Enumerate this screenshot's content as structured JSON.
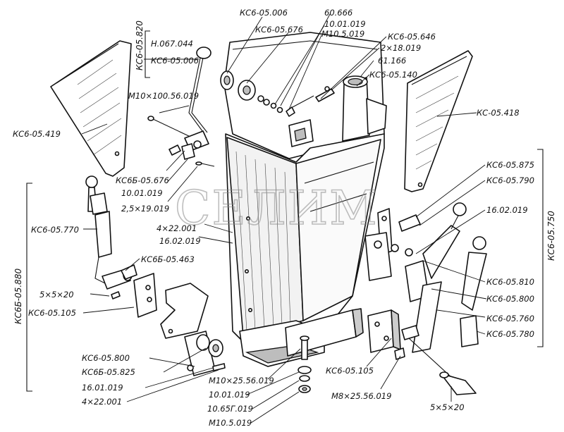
{
  "watermark": "СЕЛИМ",
  "labels_left": {
    "ks6_05_419": "КС6-05.419",
    "h_067_044": "Н.067.044",
    "ks6_05_006_a": "КС6-05.006",
    "m10_100": "М10×100.56.019",
    "ks6b_05_676": "КС6Б-05.676",
    "l_10_01_019_a": "10.01.019",
    "l_2_5x19": "2,5×19.019",
    "l_4x22_a": "4×22.001",
    "l_16_02_019_a": "16.02.019",
    "ks6_05_770": "КС6-05.770",
    "ks6b_05_463": "КС6Б-05.463",
    "l_5x5x20_a": "5×5×20",
    "ks6_05_105_a": "КС6-05.105",
    "ks6_05_800_a": "КС6-05.800",
    "ks6b_05_825": "КС6Б-05.825",
    "l_16_01_019": "16.01.019",
    "l_4x22_b": "4×22.001"
  },
  "labels_top": {
    "ks6_05_006_b": "КС6-05.006",
    "ks6_05_676": "КС6-05.676",
    "l_60_666": "60.666",
    "l_10_01_019_b": "10.01.019",
    "m10_5_019_a": "М10.5.019",
    "ks6_05_646": "КС6-05.646",
    "l_2x18": "2×18.019",
    "l_61_166": "61.166",
    "ks6_05_140": "КС6-05.140"
  },
  "labels_right": {
    "ks_05_418": "КС-05.418",
    "ks6_05_875": "КС6-05.875",
    "ks6_05_790": "КС6-05.790",
    "l_16_02_019_b": "16.02.019",
    "ks6_05_810": "КС6-05.810",
    "ks6_05_800_b": "КС6-05.800",
    "ks6_05_760": "КС6-05.760",
    "ks6_05_780": "КС6-05.780",
    "ks6_05_105_b": "КС6-05.105",
    "m8x25": "М8×25.56.019",
    "l_5x5x20_b": "5×5×20"
  },
  "labels_bottom": {
    "m10x25": "М10×25.56.019",
    "l_10_01_019_c": "10.01.019",
    "l_10_65g": "10.65Г.019",
    "m10_5_019_b": "М10.5.019"
  },
  "group_labels": {
    "ks6_05_820": "КС6-05.820",
    "ks6b_05_880": "КС6Б-05.880",
    "ks6_05_750": "КС6-05.750"
  }
}
